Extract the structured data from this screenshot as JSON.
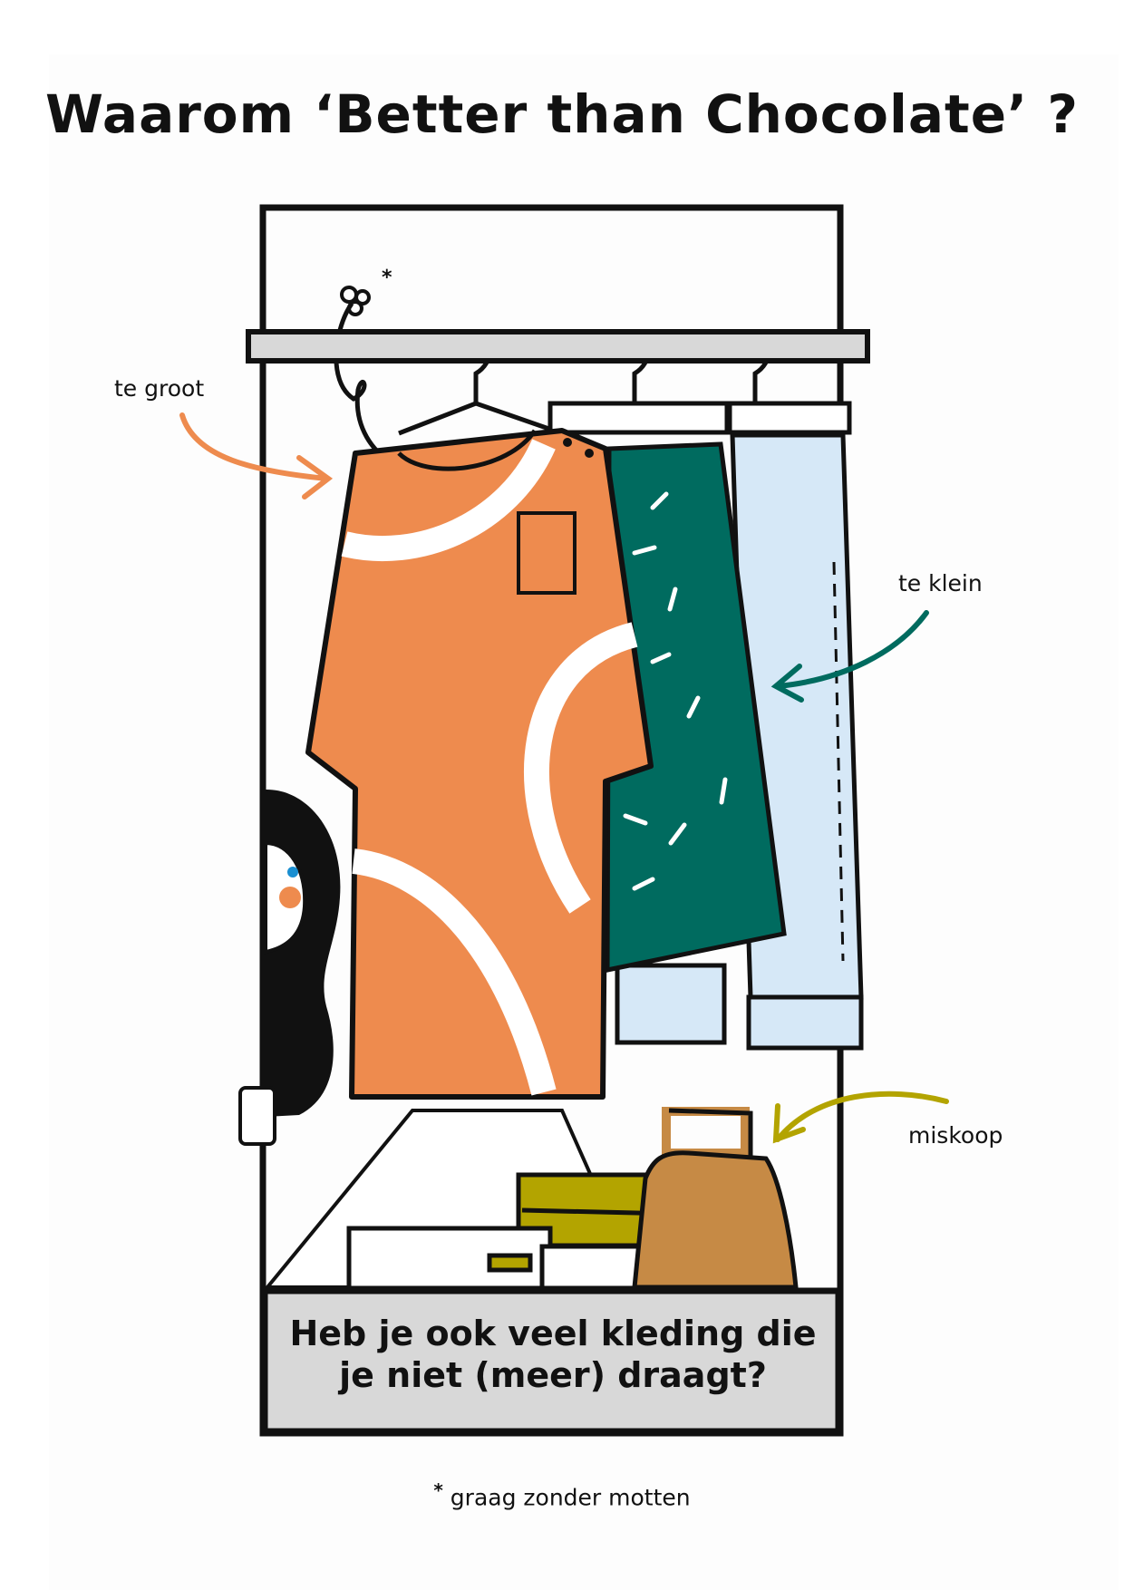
{
  "title": "Waarom ‘Better than Chocolate’ ?",
  "annotations": {
    "too_big": "te groot",
    "too_small": "te klein",
    "bad_buy": "miskoop",
    "moth_marker": "*"
  },
  "panel": {
    "line1": "Heb je ook veel kleding die",
    "line2": "je niet (meer) draagt?"
  },
  "footnote": {
    "marker": "*",
    "text": "graag zonder motten"
  },
  "colors": {
    "shirt": "#EE8B4E",
    "skirt": "#006B5F",
    "jeans": "#D6E8F7",
    "box": "#B3A400",
    "bag": "#C68A45",
    "panel": "#D8D8D8"
  }
}
